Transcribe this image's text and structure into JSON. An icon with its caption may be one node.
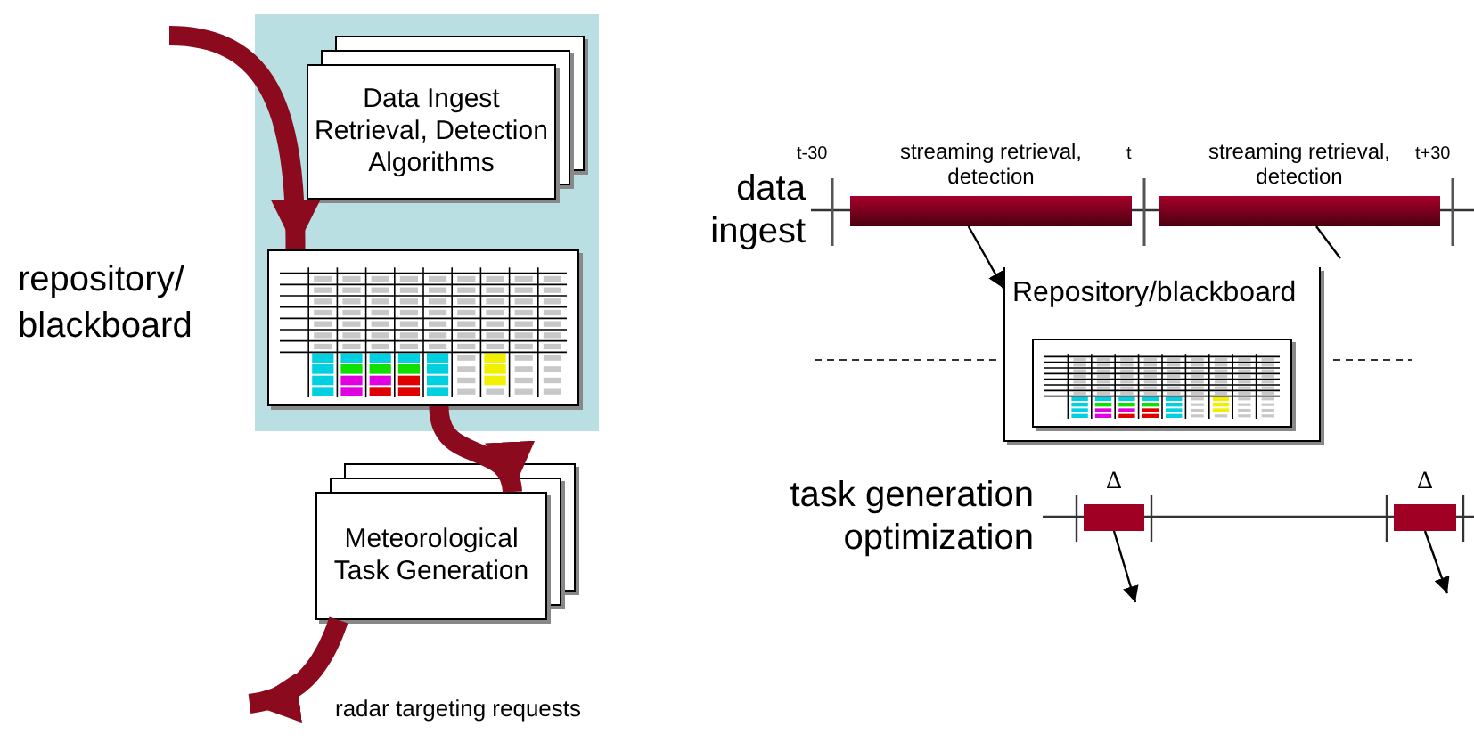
{
  "diagram": {
    "nodes": [
      {
        "text": [
          "repository/ blackboard"
        ]
      },
      {
        "text": [
          "Data Ingest Retrieval, Detection Algorithms"
        ],
        "in": 0
      },
      {
        "text": [],
        "shape": "picture",
        "in": 0
      },
      {
        "text": [
          "Meteorological Task Generation"
        ]
      },
      {
        "text": [],
        "shape": "bar",
        "beside": [
          "streaming retrieval, detection"
        ]
      },
      {
        "text": [],
        "shape": "bar",
        "beside": [
          "streaming retrieval, detection"
        ]
      },
      {
        "text": [
          "Repository/blackboard"
        ]
      },
      {
        "text": [],
        "shape": "picture",
        "in": 6
      },
      {
        "text": [],
        "shape": "bar",
        "beside": [
          "Δ"
        ]
      },
      {
        "text": [],
        "shape": "bar",
        "beside": [
          "Δ"
        ]
      }
    ],
    "edges": [
      {
        "from": null,
        "to": 2,
        "arrow": "to",
        "style": "thick",
        "color": "#8b0a1e"
      },
      {
        "from": 2,
        "to": 3,
        "arrow": "to",
        "style": "thick",
        "color": "#8b0a1e"
      },
      {
        "from": 3,
        "to": null,
        "arrow": "to",
        "style": "thick",
        "color": "#8b0a1e",
        "label": "radar targeting requests"
      },
      {
        "from": 4,
        "to": 6,
        "arrow": "to"
      },
      {
        "from": 5,
        "to": null,
        "arrow": "none"
      },
      {
        "from": 8,
        "to": null,
        "arrow": "to"
      },
      {
        "from": 9,
        "to": null,
        "arrow": "to"
      }
    ],
    "labels": [
      "t-30",
      "t",
      "t+30",
      "data ingest",
      "task generation optimization"
    ]
  }
}
